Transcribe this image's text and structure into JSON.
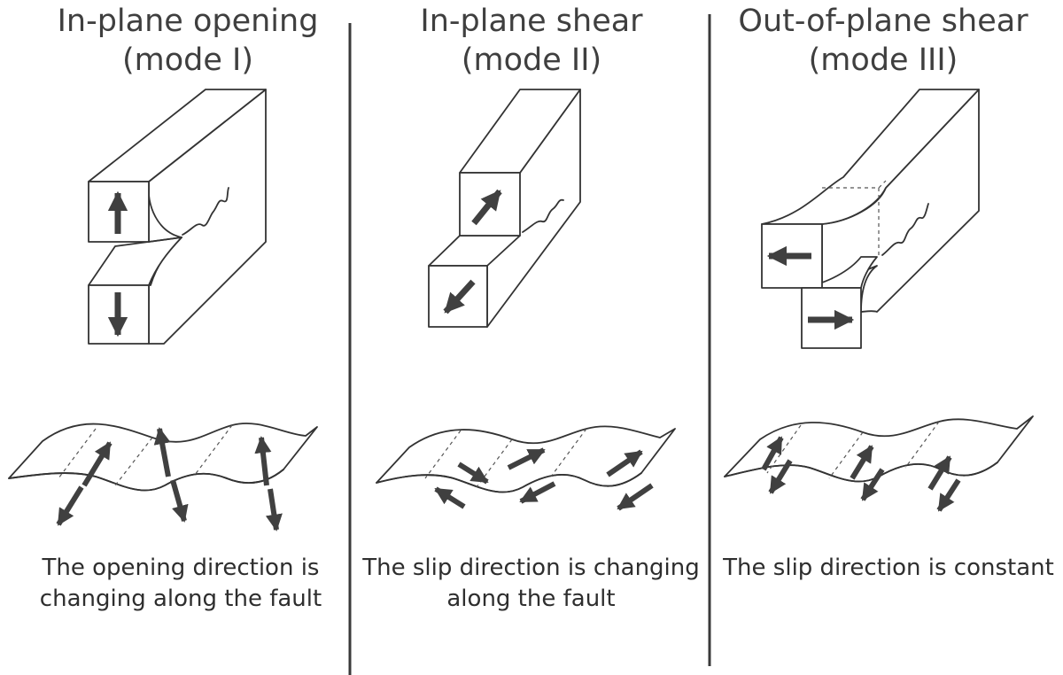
{
  "panels": [
    {
      "title_line1": "In-plane opening",
      "title_line2": "(mode I)",
      "caption_line1": "The opening direction is",
      "caption_line2": "changing along the fault"
    },
    {
      "title_line1": "In-plane shear",
      "title_line2": "(mode II)",
      "caption_line1": "The slip direction is changing",
      "caption_line2": "along the fault"
    },
    {
      "title_line1": "Out-of-plane shear",
      "title_line2": "(mode III)",
      "caption_line1": "The slip direction is constant",
      "caption_line2": ""
    }
  ],
  "colors": {
    "text": "#3f3f3f",
    "line": "#333333",
    "arrow": "#404040",
    "background": "#ffffff"
  }
}
